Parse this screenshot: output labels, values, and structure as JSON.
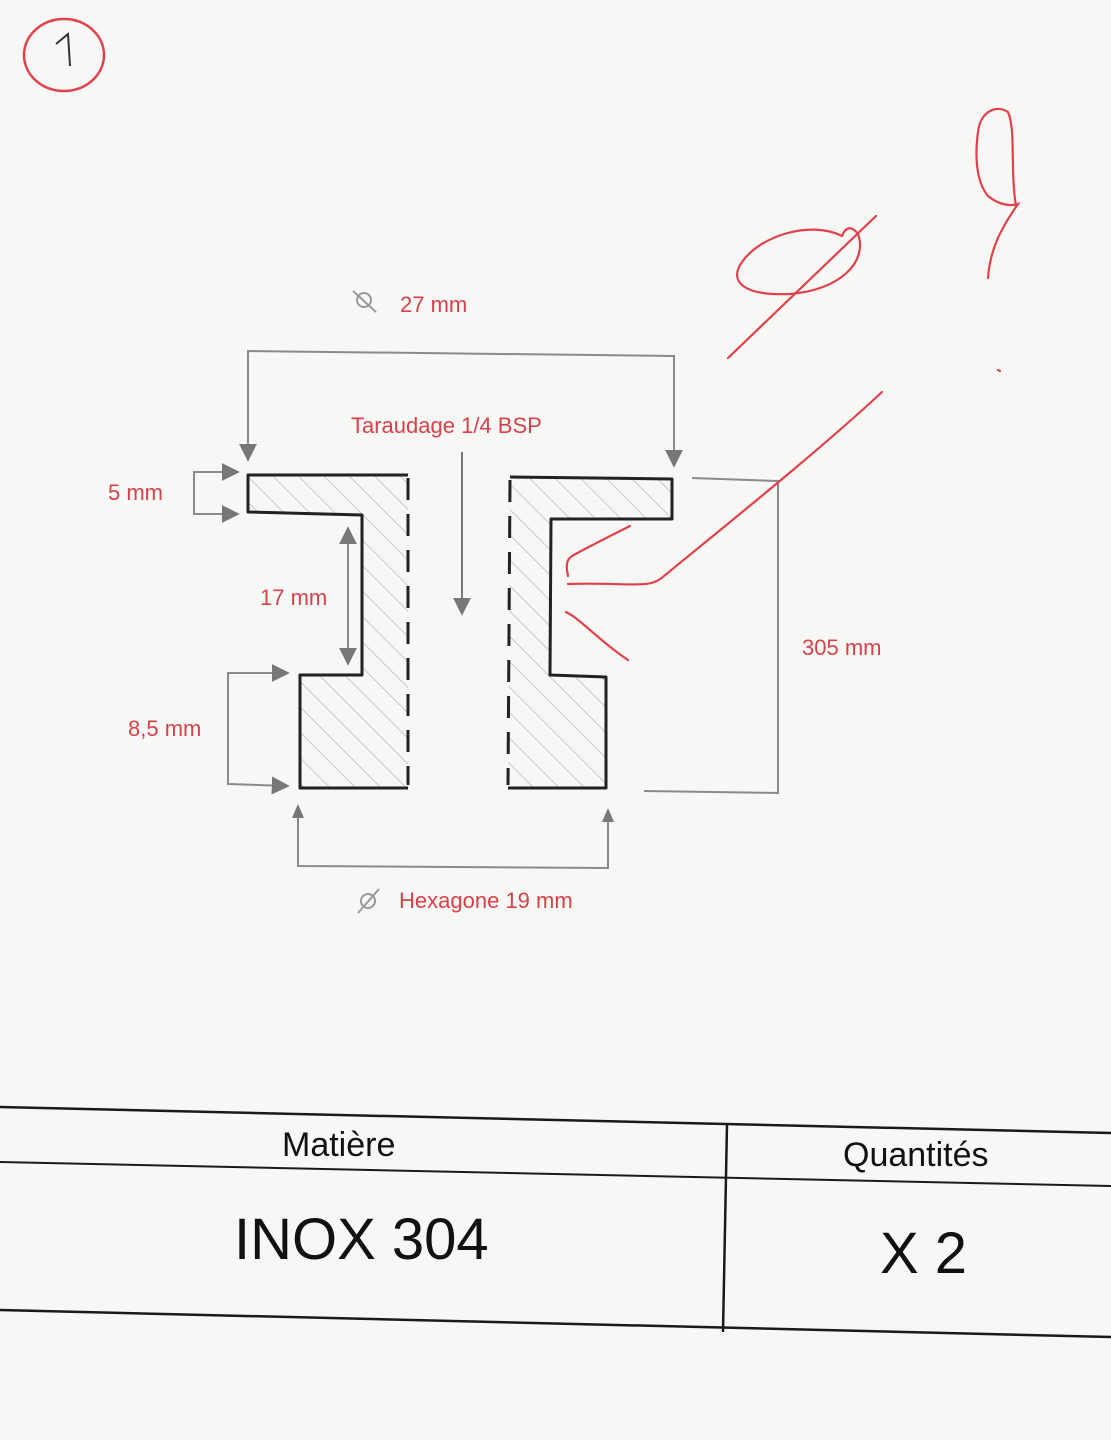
{
  "sheet_number": "1",
  "dimensions": {
    "outer_diameter": "27 mm",
    "thread": "Taraudage 1/4 BSP",
    "flange_thickness": "5 mm",
    "inner_height": "17 mm",
    "base_height": "8,5 mm",
    "total_height": "305 mm",
    "hexagon": "Hexagone 19 mm"
  },
  "table": {
    "material_header": "Matière",
    "quantity_header": "Quantités",
    "material_value": "INOX 304",
    "quantity_value": "X 2"
  },
  "colors": {
    "annotation": "#d8414a",
    "outline": "#222222",
    "dimension_line": "#8a8a8a"
  }
}
